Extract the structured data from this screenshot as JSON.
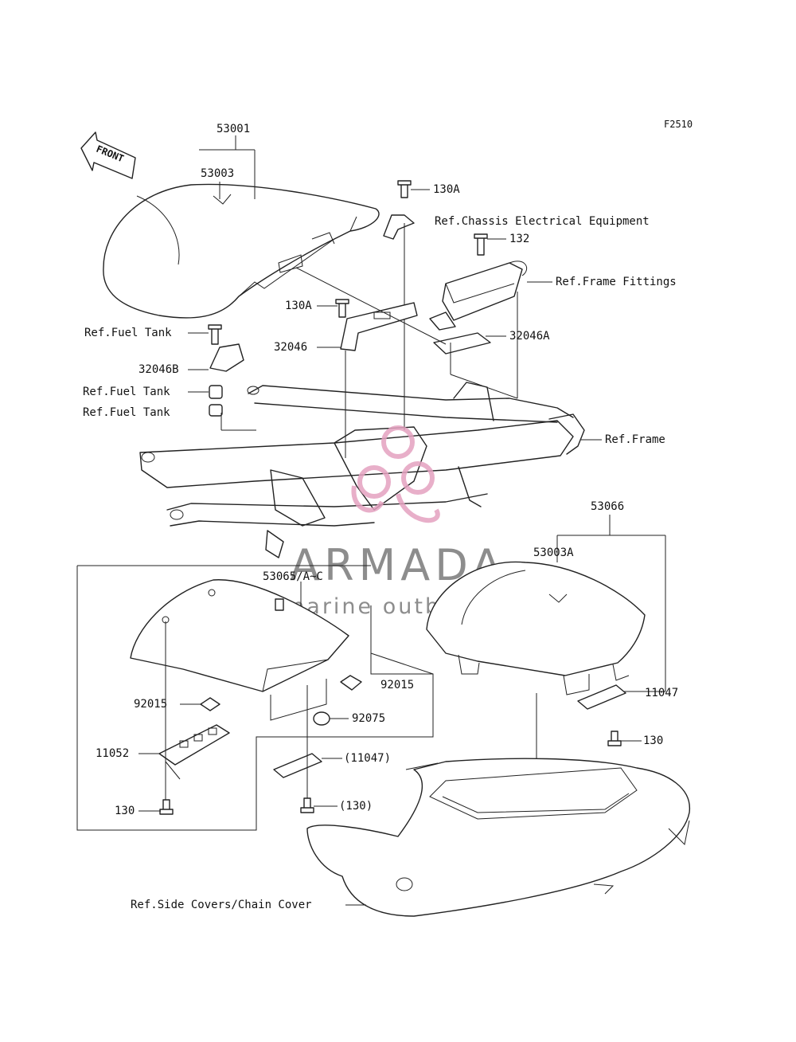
{
  "figure_code": "F2510",
  "front_arrow_label": "FRONT",
  "watermark": {
    "brand": "ARMADA",
    "tagline": "marine outboards",
    "logo_color": "#e4a2c0",
    "text_color": "#7a7a7a"
  },
  "labels": {
    "l53001": "53001",
    "l53003": "53003",
    "l130A_top": "130A",
    "ref_chassis": "Ref.Chassis Electrical Equipment",
    "l132": "132",
    "ref_frame_fittings": "Ref.Frame Fittings",
    "l130A_mid": "130A",
    "ref_fuel_tank_1": "Ref.Fuel Tank",
    "l32046": "32046",
    "l32046A": "32046A",
    "l32046B": "32046B",
    "ref_fuel_tank_2": "Ref.Fuel Tank",
    "ref_fuel_tank_3": "Ref.Fuel Tank",
    "ref_frame": "Ref.Frame",
    "l53066": "53066",
    "l53065": "53065/A~C",
    "l53003A": "53003A",
    "l92015_right": "92015",
    "l11047": "11047",
    "l92015_left": "92015",
    "l92075": "92075",
    "l130_right": "130",
    "l11052": "11052",
    "l11047_paren": "(11047)",
    "l130_left": "130",
    "l130_paren": "(130)",
    "ref_side_covers": "Ref.Side Covers/Chain Cover"
  }
}
